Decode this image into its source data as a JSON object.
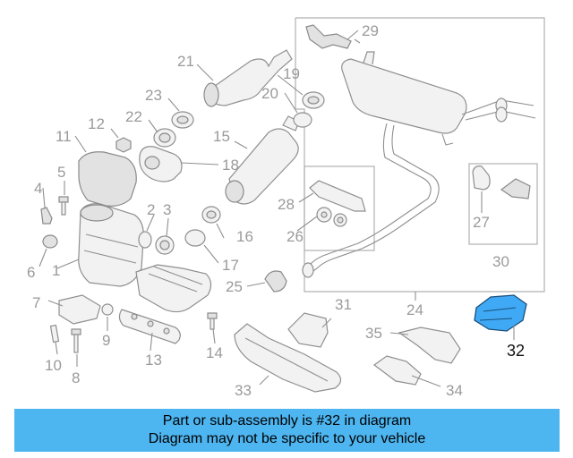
{
  "callouts": {
    "c1": "1",
    "c2": "2",
    "c3": "3",
    "c4": "4",
    "c5": "5",
    "c6": "6",
    "c7": "7",
    "c8": "8",
    "c9": "9",
    "c10": "10",
    "c11": "11",
    "c12": "12",
    "c13": "13",
    "c14": "14",
    "c15": "15",
    "c16": "16",
    "c17": "17",
    "c18": "18",
    "c19": "19",
    "c20": "20",
    "c21": "21",
    "c22": "22",
    "c23": "23",
    "c24": "24",
    "c25": "25",
    "c26": "26",
    "c27": "27",
    "c28": "28",
    "c29": "29",
    "c30": "30",
    "c31": "31",
    "c32": "32",
    "c33": "33",
    "c34": "34",
    "c35": "35"
  },
  "highlight": {
    "part_number": "32",
    "color": "#3fa9f5"
  },
  "banner": {
    "line1": "Part or sub-assembly is #32 in diagram",
    "line2": "Diagram may not be specific to your vehicle",
    "color": "#4db5f0"
  }
}
